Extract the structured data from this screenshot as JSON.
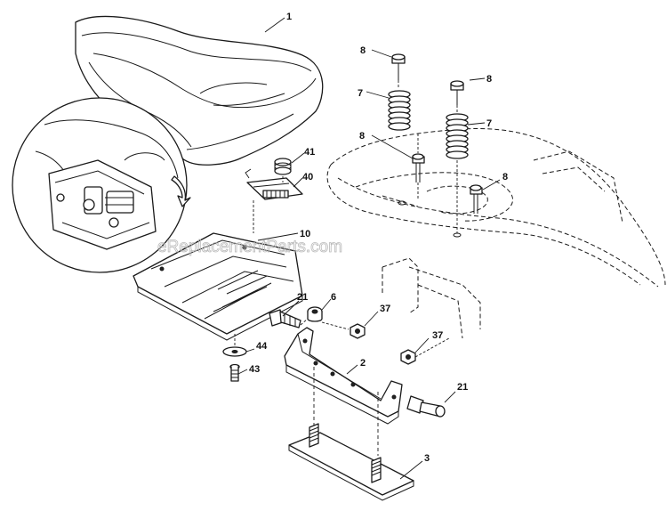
{
  "watermark": "eReplacementParts.com",
  "callouts": {
    "c1": "1",
    "c8a": "8",
    "c7a": "7",
    "c8b": "8",
    "c7b": "7",
    "c8c": "8",
    "c8d": "8",
    "c41": "41",
    "c40": "40",
    "c10": "10",
    "c21a": "21",
    "c6": "6",
    "c37a": "37",
    "c37b": "37",
    "c44": "44",
    "c43": "43",
    "c2": "2",
    "c21b": "21",
    "c3": "3"
  }
}
